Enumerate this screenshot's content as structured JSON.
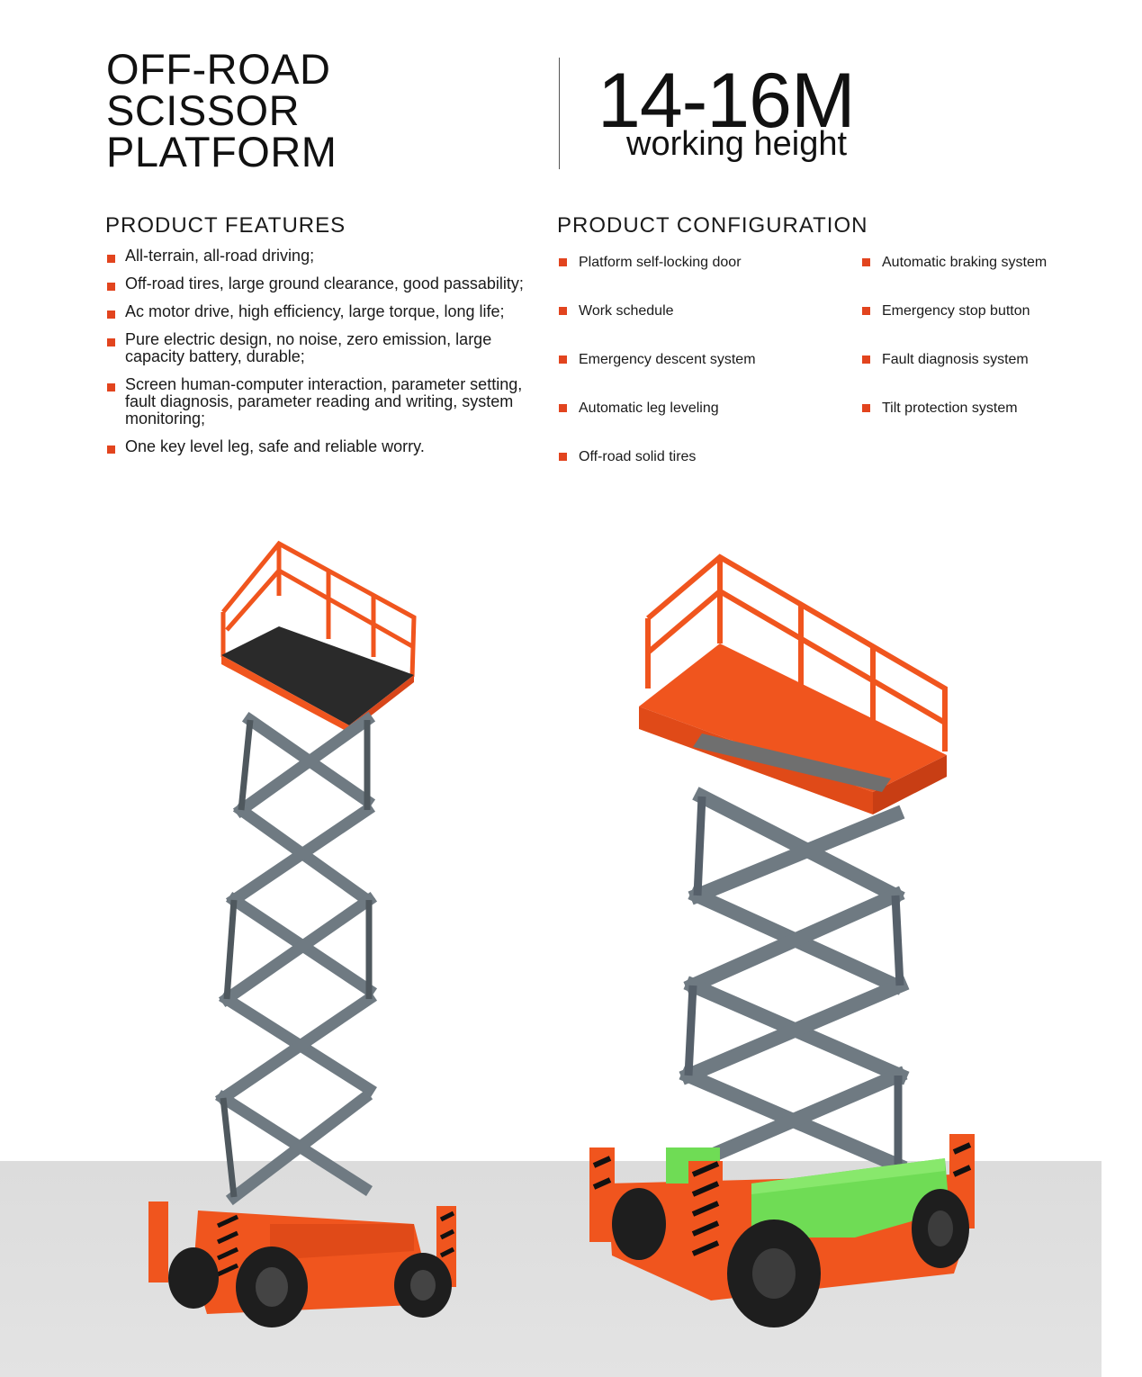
{
  "title": {
    "line1": "OFF-ROAD",
    "line2": "SCISSOR",
    "line3": "PLATFORM"
  },
  "height": {
    "value": "14-16M",
    "label": "working height"
  },
  "features": {
    "heading": "PRODUCT FEATURES",
    "items": [
      "All-terrain, all-road driving;",
      "Off-road tires, large ground clearance, good passability;",
      "Ac motor drive, high efficiency, large torque, long life;",
      "Pure electric design, no noise, zero emission, large capacity battery, durable;",
      "Screen human-computer interaction, parameter setting, fault diagnosis, parameter reading and writing, system monitoring;",
      "One key level leg, safe and reliable worry."
    ]
  },
  "configuration": {
    "heading": "PRODUCT CONFIGURATION",
    "column1": [
      "Platform self-locking door",
      "Work schedule",
      "Emergency descent system",
      "Automatic leg leveling",
      "Off-road solid tires"
    ],
    "column2": [
      "Automatic braking system",
      "Emergency stop button",
      "Fault diagnosis system",
      "Tilt protection system"
    ]
  },
  "colors": {
    "accent": "#e2441e",
    "machine_orange": "#f0551e",
    "scissor_gray": "#6f7a82",
    "battery_green": "#6fdc55",
    "floor": "#dedede"
  }
}
